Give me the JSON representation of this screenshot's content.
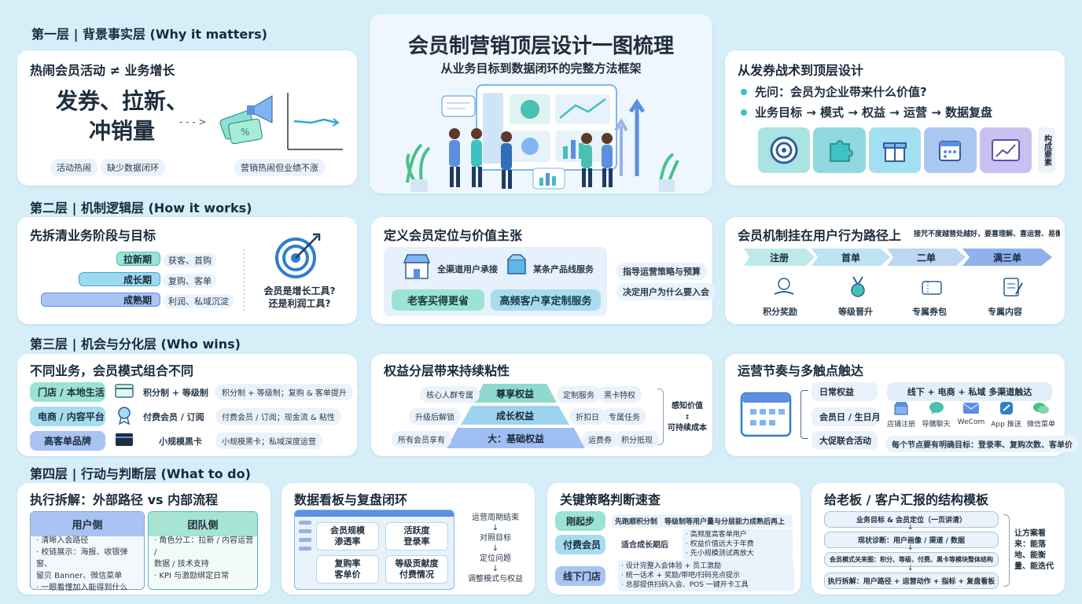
{
  "layer1": {
    "title": "第一层 | 背景事实层 (Why it matters)"
  },
  "layer2": {
    "title": "第二层 | 机制逻辑层 (How it works)"
  },
  "layer3": {
    "title": "第三层 | 机会与分化层 (Who wins)"
  },
  "layer4": {
    "title": "第四层 | 行动与判断层 (What to do)"
  },
  "hero": {
    "title": "会员制营销顶层设计一图梳理",
    "subtitle": "从业务目标到数据闭环的完整方法框架"
  },
  "c1": {
    "title": "热闹会员活动 ≠ 业务增长",
    "big1": "发券、拉新、",
    "big2": "冲销量",
    "arrow": "- - - >",
    "pill1": "活动热闹",
    "pill2": "缺少数据闭环",
    "pill3": "营销热闹但业绩不涨"
  },
  "c2": {
    "title": "从发券战术到顶层设计",
    "b1": "先问：会员为企业带来什么价值?",
    "b2": "业务目标 → 模式 → 权益 → 运营 → 数据复盘",
    "side": "构成要素"
  },
  "c3": {
    "title": "先拆清业务阶段与目标",
    "bars": [
      {
        "label": "拉新期",
        "desc": "获客、首购"
      },
      {
        "label": "成长期",
        "desc": "复购、客单"
      },
      {
        "label": "成熟期",
        "desc": "利润、私域沉淀"
      }
    ],
    "q1": "会员是增长工具?",
    "q2": "还是利润工具?"
  },
  "c4": {
    "title": "定义会员定位与价值主张",
    "i1": "全渠道用户承接",
    "i2": "某条产品线服务",
    "g1": "老客买得更省",
    "g2": "高频客户享定制服务",
    "s1": "指导运营策略与预算",
    "s2": "决定用户为什么要入会"
  },
  "c5": {
    "title": "会员机制挂在用户行为路径上",
    "note": "接咒不度越营处越好，要喜理解、喜运营、易衡量",
    "steps": [
      "注册",
      "首单",
      "二单",
      "满三单"
    ],
    "rewards": [
      "积分奖励",
      "等级晋升",
      "专属券包",
      "专属内容"
    ]
  },
  "c6": {
    "title": "不同业务，会员模式组合不同",
    "rows": [
      {
        "tag": "门店 / 本地生活",
        "mid": "积分制 + 等级制",
        "right": "积分制 + 等级制；复购 & 客单提升"
      },
      {
        "tag": "电商 / 内容平台",
        "mid": "付费会员 / 订阅",
        "right": "付费会员 / 订阅；现金流 & 粘性"
      },
      {
        "tag": "高客单品牌",
        "mid": "小规模黑卡",
        "right": "小规模黑卡；私域深度运营"
      }
    ]
  },
  "c7": {
    "title": "权益分层带来持续粘性",
    "tiers": [
      "尊享权益",
      "成长权益",
      "大：基础权益"
    ],
    "left": [
      "核心人群专属",
      "升级后解锁",
      "所有会员享有"
    ],
    "right1": [
      "定制服务",
      "黑卡特权"
    ],
    "right2": [
      "折扣日",
      "专属任务"
    ],
    "right3": [
      "运费券",
      "积分抵现"
    ],
    "side1": "感知价值",
    "side2": "可持续成本"
  },
  "c8": {
    "title": "运营节奏与多触点触达",
    "items": [
      "日常权益",
      "会员日 / 生日月",
      "大促联合活动"
    ],
    "channels": "线下 + 电商 + 私域 多渠道触达",
    "icons": [
      "店铺注册",
      "导購聊天",
      "WeCom",
      "App 推送",
      "微信菜单"
    ],
    "foot": "每个节点要有明确目标：登录率、复购次数、客单价"
  },
  "c9": {
    "title": "执行拆解：外部路径 vs 内部流程",
    "left_h": "用户侧",
    "left": [
      "· 清晰入会路径",
      "· 校链展示：海报、收银弹窗、",
      "  留贝 Banner、微信菜单",
      "· 一眼看懂加入能得到什么"
    ],
    "right_h": "团队侧",
    "right": [
      "· 角色分工：拉新 / 内容运营 /",
      "  数据 / 技术支持",
      "· KPI 与激励绑定日常"
    ]
  },
  "c10": {
    "title": "数据看板与复盘闭环",
    "kpis": [
      "会员规模\n渗透率",
      "活跃度\n登录率",
      "复购率\n客单价",
      "等级贡献度\n付费情况"
    ],
    "loop": [
      "运营周期结束",
      "对照目标",
      "定位问题",
      "调整模式与权益"
    ]
  },
  "c11": {
    "title": "关键策略判断速查",
    "rows": [
      {
        "tag": "刚起步",
        "text": "先跑顺积分制　等级制等用户量与分层能力成熟后再上"
      },
      {
        "tag": "付费会员",
        "text": "适合成长期后"
      },
      {
        "tag": "线下门店",
        "text": ""
      }
    ],
    "pay_pts": [
      "· 高频度高客单用户",
      "· 权益价值远大于年费",
      "· 先小规模测试再放大"
    ],
    "store_pts": [
      "· 设计完整入会体验 + 员工激励",
      "· 统一话术 + 奖励/带吧/扫码充点提示",
      "· 总部提供扫码入会、POS 一键开卡工具"
    ]
  },
  "c12": {
    "title": "给老板 / 客户汇报的结构模板",
    "steps": [
      "业务目标 & 会员定位（一页讲清）",
      "现状诊断：用户画像 / 渠道 / 数据",
      "会员模式关来图：积分、等级、付费、黑卡等模块整体结构",
      "执行拆解：用户路径 + 运营动作 + 指标 + 复盘看板"
    ],
    "side": "让方案看来：能落地、能衡量、能迭代"
  },
  "colors": {
    "teal": "#3ec1c3",
    "blue": "#5b8fe0",
    "green": "#49c08a",
    "purple": "#8b7fe0"
  }
}
